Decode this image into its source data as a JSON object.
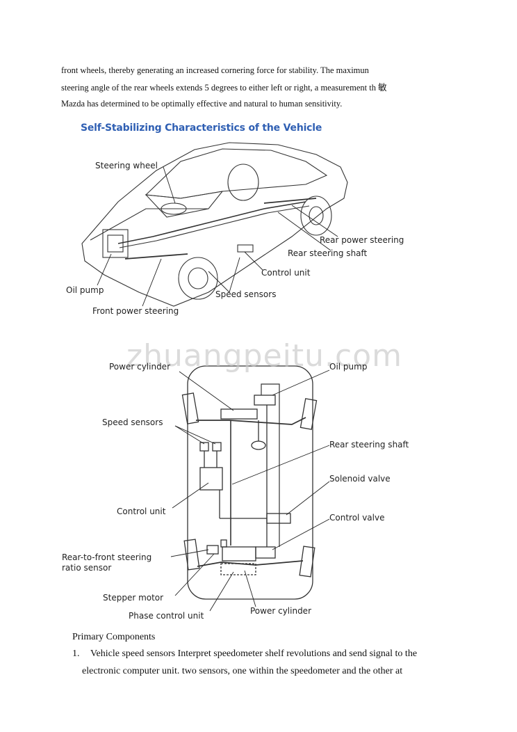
{
  "intro": {
    "line1": "front wheels, thereby generating an increased cornering force for stability. The maximun",
    "line2": "steering angle of the rear wheels extends 5 degrees to either left or right, a measurement th 敏",
    "line3": "Mazda has determined to be optimally effective and natural to human sensitivity."
  },
  "figure1": {
    "title": "Self-Stabilizing Characteristics of the Vehicle",
    "labels": {
      "steering_wheel": "Steering wheel",
      "rear_power_steering": "Rear power steering",
      "rear_steering_shaft": "Rear steering shaft",
      "control_unit": "Control unit",
      "oil_pump": "Oil pump",
      "speed_sensors": "Speed sensors",
      "front_power_steering": "Front power steering"
    }
  },
  "watermark": "zhuangpeitu.com",
  "figure2": {
    "labels": {
      "power_cylinder_top": "Power cylinder",
      "oil_pump": "Oil pump",
      "speed_sensors": "Speed sensors",
      "rear_steering_shaft": "Rear steering shaft",
      "solenoid_valve": "Solenoid valve",
      "control_unit": "Control unit",
      "control_valve": "Control valve",
      "ratio_sensor_1": "Rear-to-front steering",
      "ratio_sensor_2": "ratio sensor",
      "stepper_motor": "Stepper motor",
      "phase_control_unit": "Phase control unit",
      "power_cylinder_bottom": "Power cylinder"
    }
  },
  "section": {
    "heading": "Primary Components",
    "item1_number": "1.",
    "item1_line1": "Vehicle speed sensors Interpret speedometer shelf revolutions and send signal to the",
    "item1_line2": "electronic computer unit. two sensors, one within the speedometer and the other at"
  }
}
